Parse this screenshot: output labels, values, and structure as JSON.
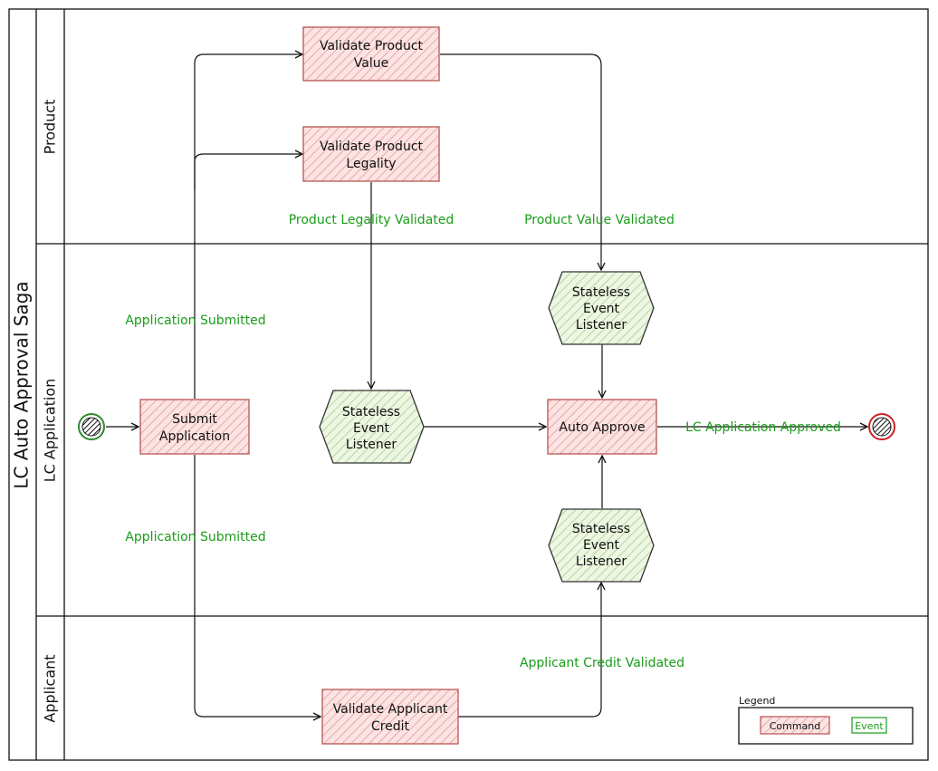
{
  "pool": {
    "title": "LC Auto Approval Saga",
    "lanes": {
      "product": "Product",
      "lc_application": "LC Application",
      "applicant": "Applicant"
    }
  },
  "commands": {
    "validate_product_value": [
      "Validate Product",
      "Value"
    ],
    "validate_product_legality": [
      "Validate Product",
      "Legality"
    ],
    "submit_application": [
      "Submit",
      "Application"
    ],
    "auto_approve": [
      "Auto Approve"
    ],
    "validate_applicant_credit": [
      "Validate Applicant",
      "Credit"
    ]
  },
  "listeners": {
    "top": [
      "Stateless",
      "Event",
      "Listener"
    ],
    "middle": [
      "Stateless",
      "Event",
      "Listener"
    ],
    "bottom": [
      "Stateless",
      "Event",
      "Listener"
    ]
  },
  "events": {
    "application_submitted_up": "Application Submitted",
    "application_submitted_down": "Application Submitted",
    "product_legality_validated": "Product Legality Validated",
    "product_value_validated": "Product Value Validated",
    "applicant_credit_validated": "Applicant Credit Validated",
    "lc_application_approved": "LC Application Approved"
  },
  "legend": {
    "title": "Legend",
    "command": "Command",
    "event": "Event"
  },
  "colors": {
    "command_fill": "#f8cecc",
    "command_stroke": "#b85450",
    "listener_fill": "#d5e8d4",
    "listener_stroke": "#333333",
    "event_text": "#1a9c1a",
    "start_stroke": "#2e8b2e",
    "end_stroke": "#cc2222"
  }
}
